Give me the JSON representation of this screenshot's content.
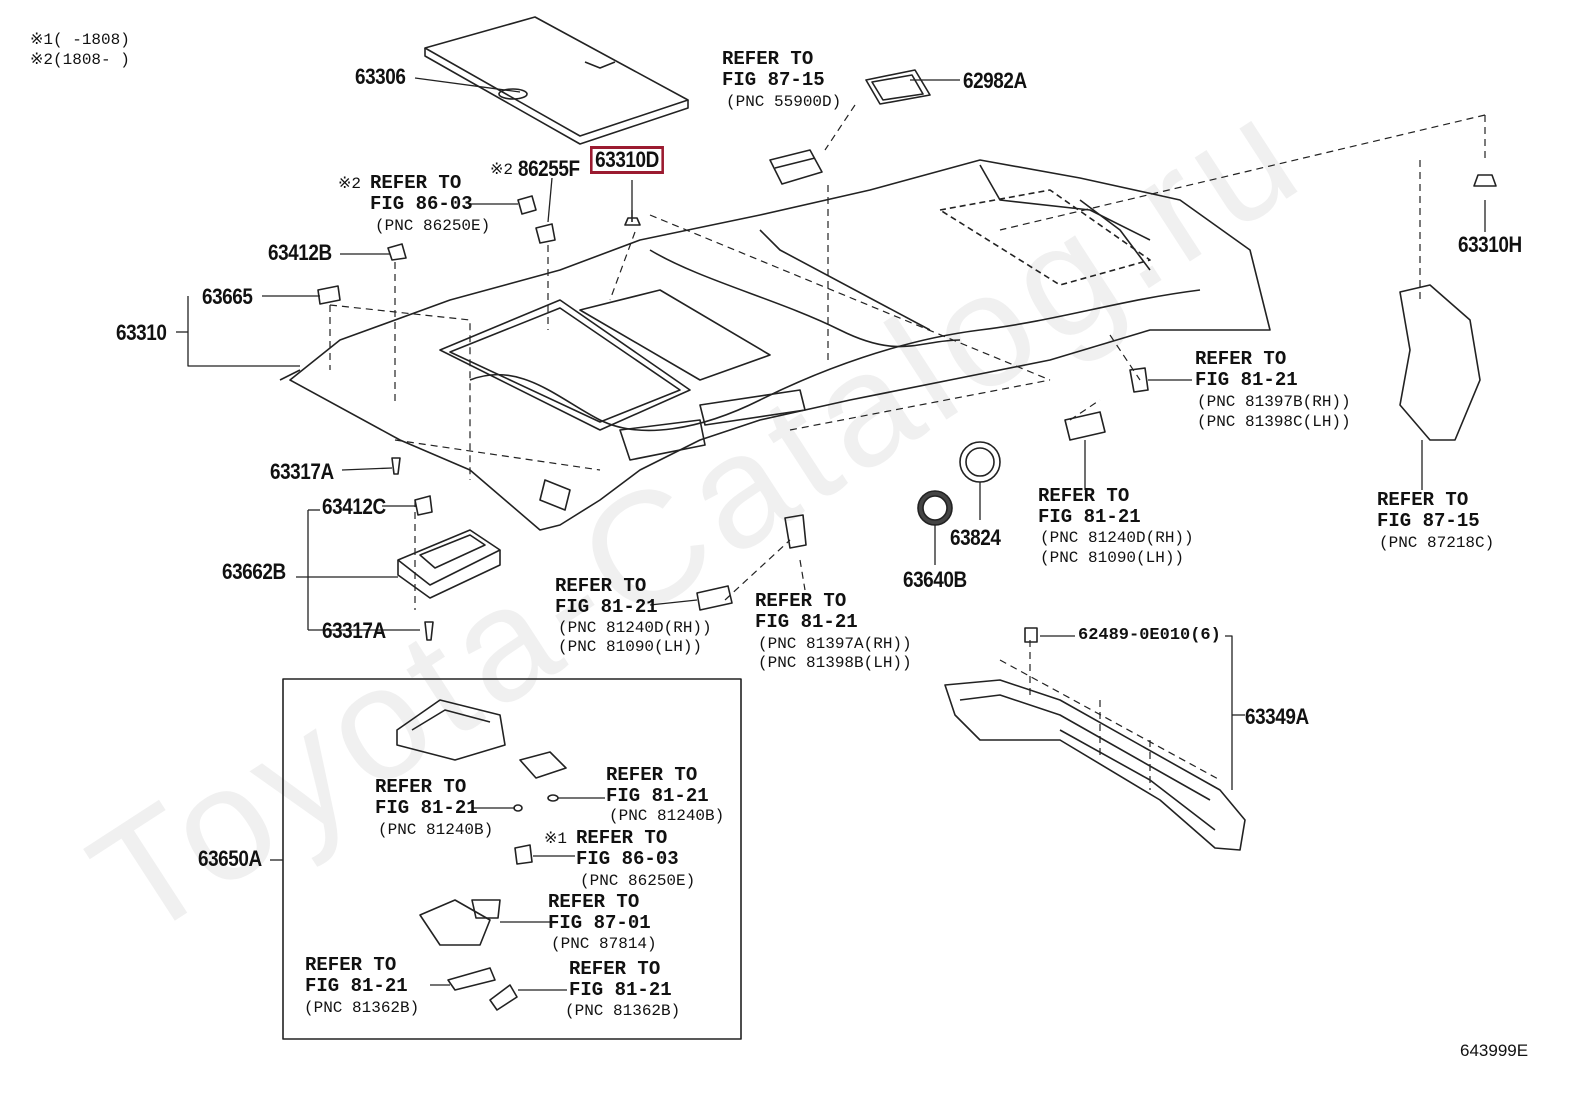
{
  "notes": {
    "n1": "※1(     -1808)",
    "n2": "※2(1808-     )"
  },
  "watermark": "Toyota-Catalog.ru",
  "figure_code": "643999E",
  "parts": {
    "p63306": "63306",
    "p63310D": "63310D",
    "p86255F": "86255F",
    "p86255F_mark": "※2",
    "p63412B": "63412B",
    "p63665": "63665",
    "p63310": "63310",
    "p63317A_1": "63317A",
    "p63412C": "63412C",
    "p63662B": "63662B",
    "p63317A_2": "63317A",
    "p62982A": "62982A",
    "p63310H": "63310H",
    "p63824": "63824",
    "p63640B": "63640B",
    "p62489": "62489-0E010(6)",
    "p63349A": "63349A",
    "p63650A": "63650A"
  },
  "refs": {
    "r1": {
      "mark": "※2",
      "title": "REFER TO",
      "fig": "FIG 86-03",
      "pnc": "(PNC 86250E)"
    },
    "r2": {
      "title": "REFER TO",
      "fig": "FIG 87-15",
      "pnc": "(PNC 55900D)"
    },
    "r3": {
      "title": "REFER TO",
      "fig": "FIG 81-21",
      "pnc1": "(PNC 81397B(RH))",
      "pnc2": "(PNC 81398C(LH))"
    },
    "r4": {
      "title": "REFER TO",
      "fig": "FIG 81-21",
      "pnc1": "(PNC 81240D(RH))",
      "pnc2": "(PNC 81090(LH))"
    },
    "r5": {
      "title": "REFER TO",
      "fig": "FIG 87-15",
      "pnc": "(PNC 87218C)"
    },
    "r6": {
      "title": "REFER TO",
      "fig": "FIG 81-21",
      "pnc1": "(PNC 81240D(RH))",
      "pnc2": "(PNC 81090(LH))"
    },
    "r7": {
      "title": "REFER TO",
      "fig": "FIG 81-21",
      "pnc1": "(PNC 81397A(RH))",
      "pnc2": "(PNC 81398B(LH))"
    },
    "r8": {
      "title": "REFER TO",
      "fig": "FIG 81-21",
      "pnc": "(PNC 81240B)"
    },
    "r9": {
      "title": "REFER TO",
      "fig": "FIG 81-21",
      "pnc": "(PNC 81240B)"
    },
    "r10": {
      "mark": "※1",
      "title": "REFER TO",
      "fig": "FIG 86-03",
      "pnc": "(PNC 86250E)"
    },
    "r11": {
      "title": "REFER TO",
      "fig": "FIG 87-01",
      "pnc": "(PNC 87814)"
    },
    "r12": {
      "title": "REFER TO",
      "fig": "FIG 81-21",
      "pnc": "(PNC 81362B)"
    },
    "r13": {
      "title": "REFER TO",
      "fig": "FIG 81-21",
      "pnc": "(PNC 81362B)"
    }
  }
}
